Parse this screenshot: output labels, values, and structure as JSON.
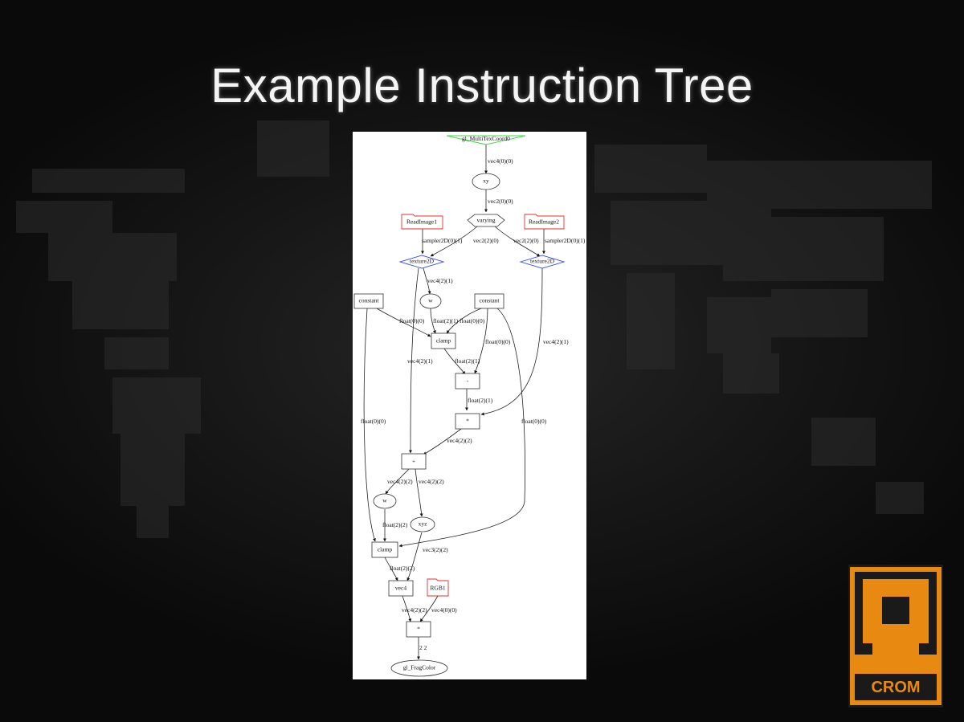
{
  "slide": {
    "title": "Example Instruction Tree"
  },
  "diagram": {
    "nodes": {
      "input": "gl_MultiTexCoord0",
      "xy": "xy",
      "varying": "varying",
      "readimage1": "ReadImage1",
      "readimage2": "ReadImage2",
      "texture2d_a": "texture2D",
      "texture2d_b": "texture2D",
      "w_top": "w",
      "constant_a": "constant",
      "constant_b": "constant",
      "clamp_top": "clamp",
      "minus": "-",
      "mul_mid": "*",
      "plus": "+",
      "w_bottom": "w",
      "xyz": "xyz",
      "clamp_bottom": "clamp",
      "vec4": "vec4",
      "rgb1": "RGB1",
      "mul_final": "*",
      "output": "gl_FragColor"
    },
    "edges": {
      "e_input_xy": "vec4(0)(0)",
      "e_xy_varying": "vec2(0)(0)",
      "e_r1_tex": "sampler2D(0)(1)",
      "e_var_texa": "vec2(2)(0)",
      "e_var_texb": "vec2(2)(0)",
      "e_r2_tex": "sampler2D(0)(1)",
      "e_texa_w": "vec4(2)(1)",
      "e_ca_clamp": "float(0)(0)",
      "e_w_clamp": "float(2)(1)",
      "e_cb_clamp": "float(0)(0)",
      "e_cb_minus": "float(0)(0)",
      "e_texa_plus": "vec4(2)(1)",
      "e_texb_mul": "vec4(2)(1)",
      "e_clamp_minus": "float(2)(1)",
      "e_minus_mul": "float(2)(1)",
      "e_ca_clampb": "float(0)(0)",
      "e_cb_clampb": "float(0)(0)",
      "e_mul_plus": "vec4(2)(2)",
      "e_plus_w": "vec4(2)(2)",
      "e_plus_xyz": "vec4(2)(2)",
      "e_w_clampb": "float(2)(2)",
      "e_xyz_vec4": "vec3(2)(2)",
      "e_clampb_vec4": "float(2)(2)",
      "e_vec4_mul": "vec4(2)(2)",
      "e_rgb_mul": "vec4(0)(0)",
      "e_mul_out": "2 2"
    }
  },
  "logo": {
    "text": "CROM",
    "color": "#e88a12"
  }
}
